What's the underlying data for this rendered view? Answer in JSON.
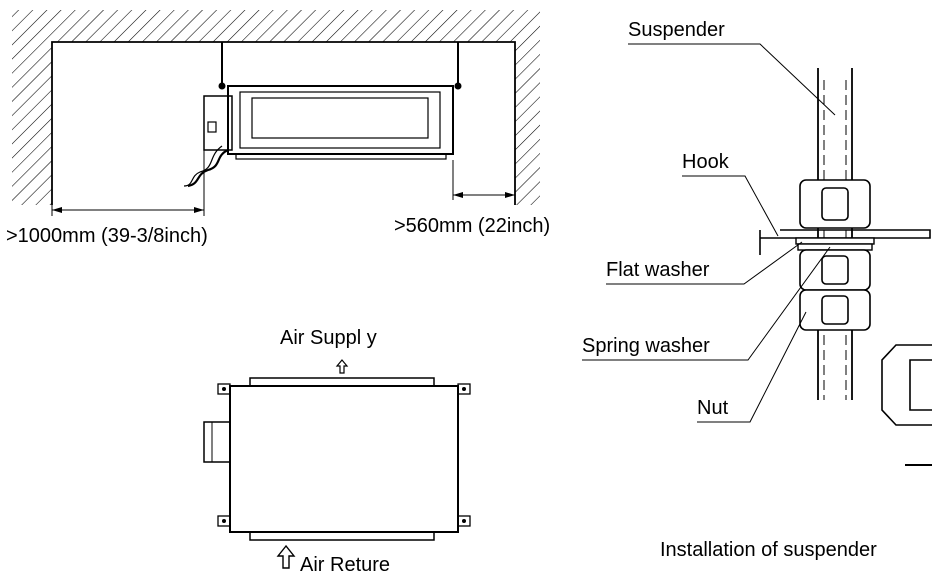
{
  "diagram": {
    "dim_left": ">1000mm (39-3/8inch)",
    "dim_right": ">560mm (22inch)",
    "air_supply": "Air Suppl y",
    "air_return": "Air Reture",
    "labels": {
      "suspender": "Suspender",
      "hook": "Hook",
      "flat_washer": "Flat washer",
      "spring_washer": "Spring washer",
      "nut": "Nut"
    },
    "caption": "Installation of suspender"
  }
}
